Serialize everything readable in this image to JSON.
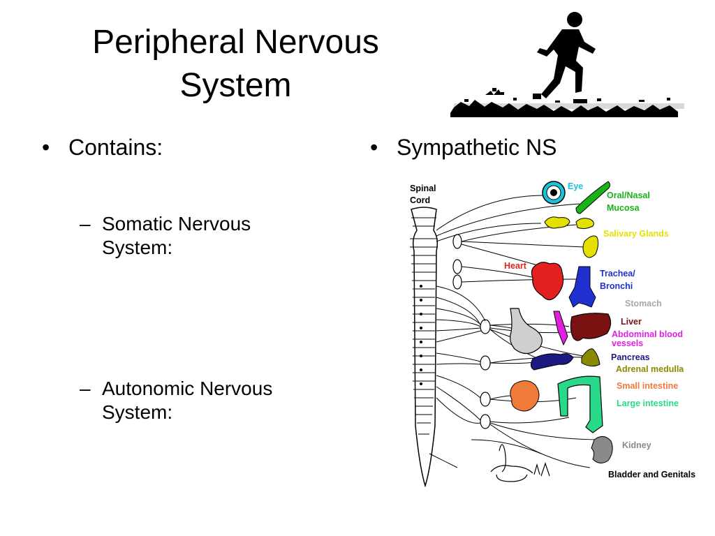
{
  "title_line1": "Peripheral Nervous",
  "title_line2": "System",
  "left_bullet": "Contains:",
  "left_subs": [
    "Somatic Nervous",
    "System:",
    "Autonomic Nervous",
    "System:"
  ],
  "right_bullet": "Sympathetic NS",
  "bullet_glyph": "•",
  "dash_glyph": "–",
  "diagram": {
    "spinal_label_1": "Spinal",
    "spinal_label_2": "Cord",
    "organs": [
      {
        "label": "Eye",
        "color": "#19c3d8"
      },
      {
        "label": "Oral/Nasal",
        "color": "#19b319"
      },
      {
        "label": "Mucosa",
        "color": "#19b319"
      },
      {
        "label": "Salivary Glands",
        "color": "#e6e000"
      },
      {
        "label": "Heart",
        "color": "#e41f1f"
      },
      {
        "label": "Trachea/",
        "color": "#1f2fd0"
      },
      {
        "label": "Bronchi",
        "color": "#1f2fd0"
      },
      {
        "label": "Stomach",
        "color": "#a8a8a8"
      },
      {
        "label": "Liver",
        "color": "#7a1212"
      },
      {
        "label": "Abdominal blood",
        "color": "#e020e0"
      },
      {
        "label": "vessels",
        "color": "#e020e0"
      },
      {
        "label": "Pancreas",
        "color": "#1a1a80"
      },
      {
        "label": "Adrenal medulla",
        "color": "#8a8a00"
      },
      {
        "label": "Small intestine",
        "color": "#f07a3a"
      },
      {
        "label": "Large intestine",
        "color": "#2ad88a"
      },
      {
        "label": "Kidney",
        "color": "#8a8a8a"
      },
      {
        "label": "Bladder and Genitals",
        "color": "#000000"
      }
    ]
  }
}
